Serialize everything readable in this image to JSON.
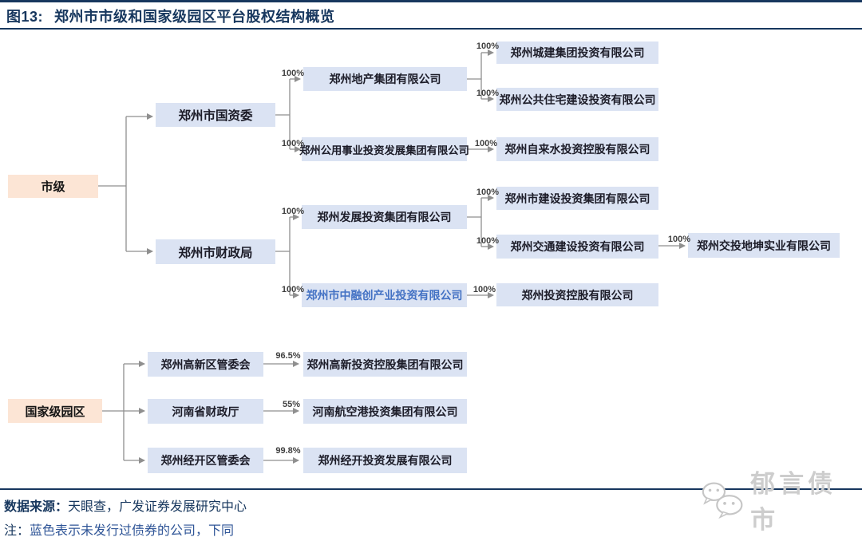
{
  "header": {
    "prefix": "图13:",
    "title": "郑州市市级和国家级园区平台股权结构概览"
  },
  "diagram": {
    "nodes": {
      "shiji": {
        "label": "市级"
      },
      "guojiaji": {
        "label": "国家级园区"
      },
      "guoziwei": {
        "label": "郑州市国资委"
      },
      "caizhengju": {
        "label": "郑州市财政局"
      },
      "dichan": {
        "label": "郑州地产集团有限公司"
      },
      "gongyong": {
        "label": "郑州公用事业投资发展集团有限公司"
      },
      "chengjian": {
        "label": "郑州城建集团投资有限公司"
      },
      "zhuzhai": {
        "label": "郑州公共住宅建设投资有限公司"
      },
      "zilaishui": {
        "label": "郑州自来水投资控股有限公司"
      },
      "fazhan": {
        "label": "郑州发展投资集团有限公司"
      },
      "shijianshe": {
        "label": "郑州市建设投资集团有限公司"
      },
      "jiaotong": {
        "label": "郑州交通建设投资有限公司"
      },
      "dikun": {
        "label": "郑州交投地坤实业有限公司"
      },
      "zhongrongchuang": {
        "label": "郑州市中融创产业投资有限公司",
        "no_bond_issued": true
      },
      "touzikonggu": {
        "label": "郑州投资控股有限公司"
      },
      "gaoxin_guanweihui": {
        "label": "郑州高新区管委会"
      },
      "henan_caizhengting": {
        "label": "河南省财政厅"
      },
      "jingkai_guanweihui": {
        "label": "郑州经开区管委会"
      },
      "gaoxin_touzi": {
        "label": "郑州高新投资控股集团有限公司"
      },
      "hangkonggang": {
        "label": "河南航空港投资集团有限公司"
      },
      "jingkai_touzi": {
        "label": "郑州经开投资发展有限公司"
      }
    },
    "ownership": {
      "guoziwei_to_dichan": "100%",
      "dichan_to_chengjian": "100%",
      "dichan_to_zhuzhai": "100%",
      "guoziwei_to_gongyong": "100%",
      "gongyong_to_zilaishui": "100%",
      "caizhengju_to_fazhan": "100%",
      "fazhan_to_shijianshe": "100%",
      "fazhan_to_jiaotong": "100%",
      "jiaotong_to_dikun": "100%",
      "caizhengju_to_zhongrongchuang": "100%",
      "zhongrongchuang_to_touzikonggu": "100%",
      "gaoxin_to_touzi": "96.5%",
      "henan_to_hangkonggang": "55%",
      "jingkai_to_touzi": "99.8%"
    },
    "colors": {
      "level_box_fill": "#fce5d5",
      "company_box_fill": "#dbe3f3",
      "no_bond_text": "#4472c4",
      "connector": "#8f8f8f",
      "accent_navy": "#17375e"
    }
  },
  "footer": {
    "source_label": "数据来源：",
    "source_text": "天眼查，广发证券发展研究中心",
    "note_label": "注：",
    "note_text": "蓝色表示未发行过债券的公司，下同"
  },
  "watermark": {
    "icon": "wechat-icon",
    "text": "郁言债市"
  }
}
